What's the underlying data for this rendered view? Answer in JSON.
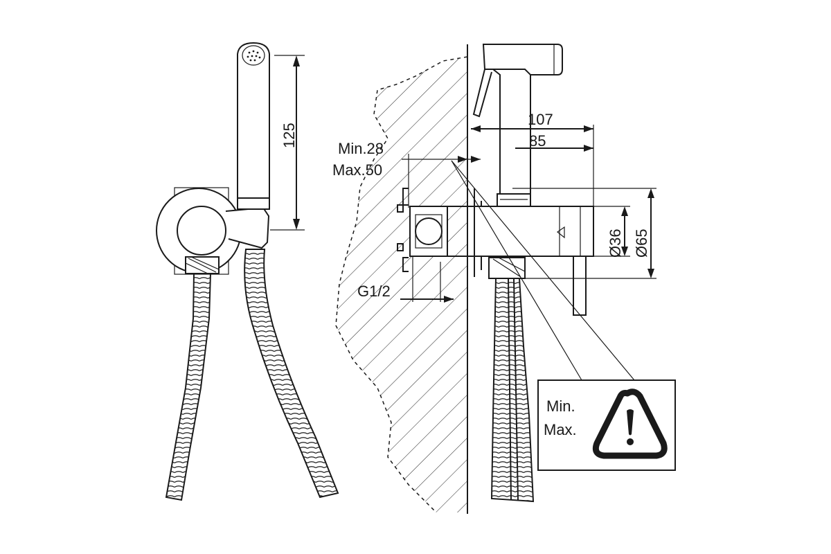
{
  "dimensions": {
    "height_125": "125",
    "depth_107": "107",
    "depth_85": "85",
    "wall_min": "Min.28",
    "wall_max": "Max.50",
    "dia_36": "Ø36",
    "dia_65": "Ø65",
    "thread": "G1/2"
  },
  "warning_box": {
    "line1": "Min.",
    "line2": "Max.",
    "icon": "warning-triangle-icon"
  },
  "colors": {
    "stroke": "#1a1a1a",
    "background": "#ffffff"
  }
}
